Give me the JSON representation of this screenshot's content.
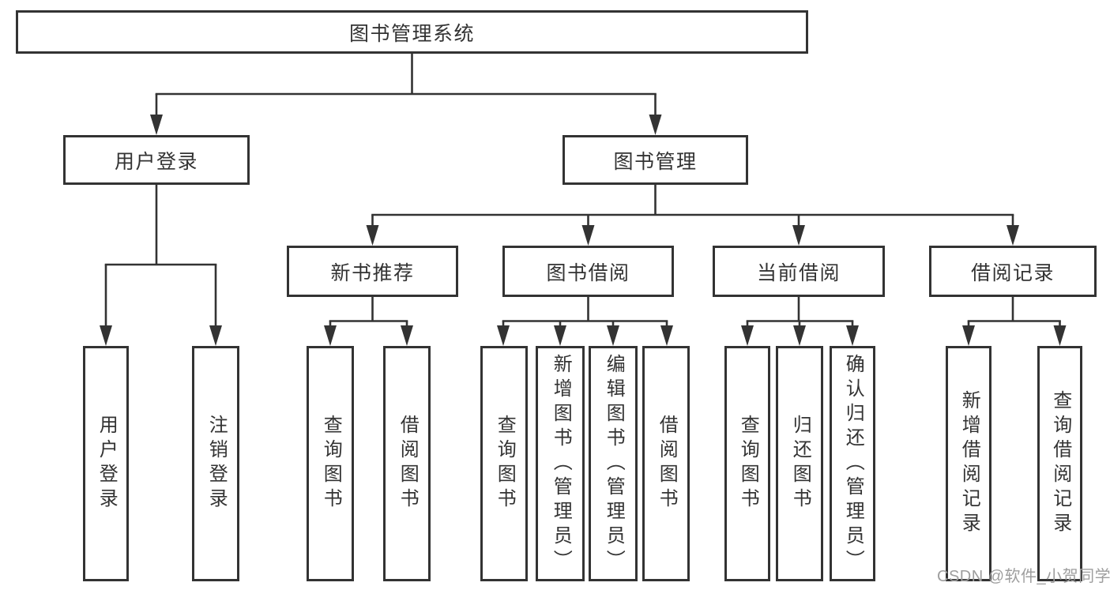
{
  "diagram": {
    "title": "图书管理系统",
    "level1": [
      {
        "id": "user-login",
        "label": "用户登录",
        "parent": "root"
      },
      {
        "id": "book-management",
        "label": "图书管理",
        "parent": "root"
      }
    ],
    "level2": [
      {
        "id": "new-book-recommend",
        "label": "新书推荐",
        "parent": "book-management"
      },
      {
        "id": "book-borrowing",
        "label": "图书借阅",
        "parent": "book-management"
      },
      {
        "id": "current-borrowing",
        "label": "当前借阅",
        "parent": "book-management"
      },
      {
        "id": "borrowing-records",
        "label": "借阅记录",
        "parent": "book-management"
      }
    ],
    "leaves": [
      {
        "id": "user-login-leaf",
        "label": "用户登录",
        "parent": "user-login"
      },
      {
        "id": "logout-leaf",
        "label": "注销登录",
        "parent": "user-login"
      },
      {
        "id": "query-books-recommend",
        "label": "查询图书",
        "parent": "new-book-recommend"
      },
      {
        "id": "borrow-books-recommend",
        "label": "借阅图书",
        "parent": "new-book-recommend"
      },
      {
        "id": "query-books-borrowing",
        "label": "查询图书",
        "parent": "book-borrowing"
      },
      {
        "id": "add-books-admin",
        "label": "新增图书（管理员）",
        "parent": "book-borrowing"
      },
      {
        "id": "edit-books-admin",
        "label": "编辑图书（管理员）",
        "parent": "book-borrowing"
      },
      {
        "id": "borrow-books-borrowing",
        "label": "借阅图书",
        "parent": "book-borrowing"
      },
      {
        "id": "query-books-current",
        "label": "查询图书",
        "parent": "current-borrowing"
      },
      {
        "id": "return-books",
        "label": "归还图书",
        "parent": "current-borrowing"
      },
      {
        "id": "confirm-return-admin",
        "label": "确认归还（管理员）",
        "parent": "current-borrowing"
      },
      {
        "id": "add-borrowing-record",
        "label": "新增借阅记录",
        "parent": "borrowing-records"
      },
      {
        "id": "query-borrowing-record",
        "label": "查询借阅记录",
        "parent": "borrowing-records"
      }
    ]
  },
  "watermark": {
    "text": "CSDN @软件_小贺同学"
  },
  "colors": {
    "line": "#333333",
    "box_border": "#333333",
    "text": "#333333",
    "background": "#ffffff",
    "watermark": "#9e9e9e"
  }
}
